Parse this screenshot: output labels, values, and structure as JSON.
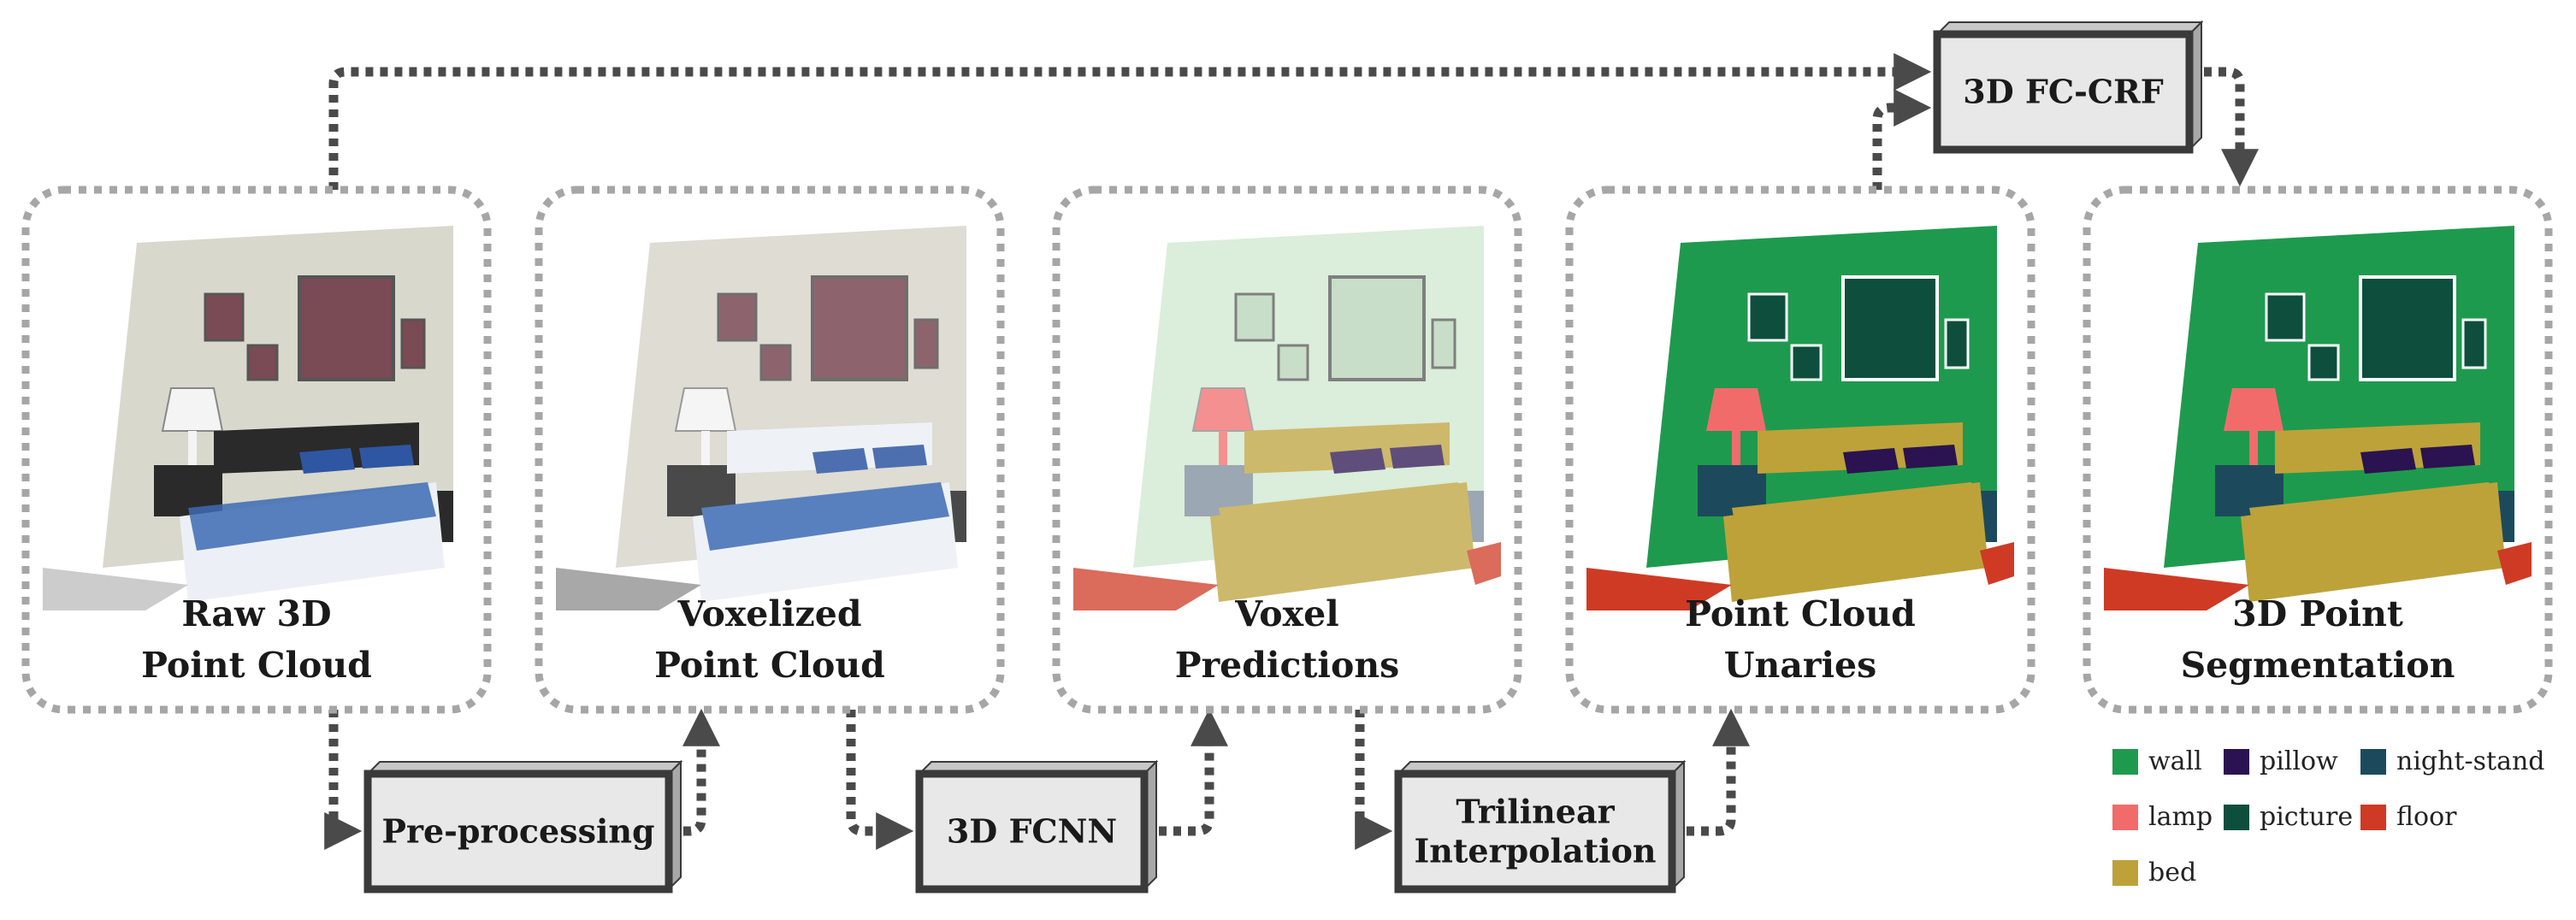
{
  "stages": [
    {
      "id": "raw",
      "lines": [
        "Raw 3D",
        "Point Cloud"
      ],
      "style": "raw"
    },
    {
      "id": "voxelized",
      "lines": [
        "Voxelized",
        "Point Cloud"
      ],
      "style": "voxel"
    },
    {
      "id": "voxel-pred",
      "lines": [
        "Voxel",
        "Predictions"
      ],
      "style": "pred"
    },
    {
      "id": "unaries",
      "lines": [
        "Point Cloud",
        "Unaries"
      ],
      "style": "seg"
    },
    {
      "id": "segmentation",
      "lines": [
        "3D Point",
        "Segmentation"
      ],
      "style": "seg"
    }
  ],
  "processes": [
    {
      "id": "preprocessing",
      "lines": [
        "Pre-processing"
      ]
    },
    {
      "id": "fcnn",
      "lines": [
        "3D FCNN"
      ]
    },
    {
      "id": "trilinear",
      "lines": [
        "Trilinear",
        "Interpolation"
      ]
    },
    {
      "id": "fccrf",
      "lines": [
        "3D FC-CRF"
      ]
    }
  ],
  "legend": [
    {
      "label": "wall",
      "color": "#1e9a4e"
    },
    {
      "label": "pillow",
      "color": "#2a1350"
    },
    {
      "label": "night-stand",
      "color": "#1c4a5c"
    },
    {
      "label": "lamp",
      "color": "#f26b6b"
    },
    {
      "label": "picture",
      "color": "#0d4e3c"
    },
    {
      "label": "floor",
      "color": "#cf3a25"
    },
    {
      "label": "bed",
      "color": "#bda23a"
    }
  ],
  "colors": {
    "stage_border": "#a6a6a6",
    "arrow": "#4a4a4a",
    "box_fill": "#e8e8e8",
    "box_border": "#3a3a3a"
  }
}
